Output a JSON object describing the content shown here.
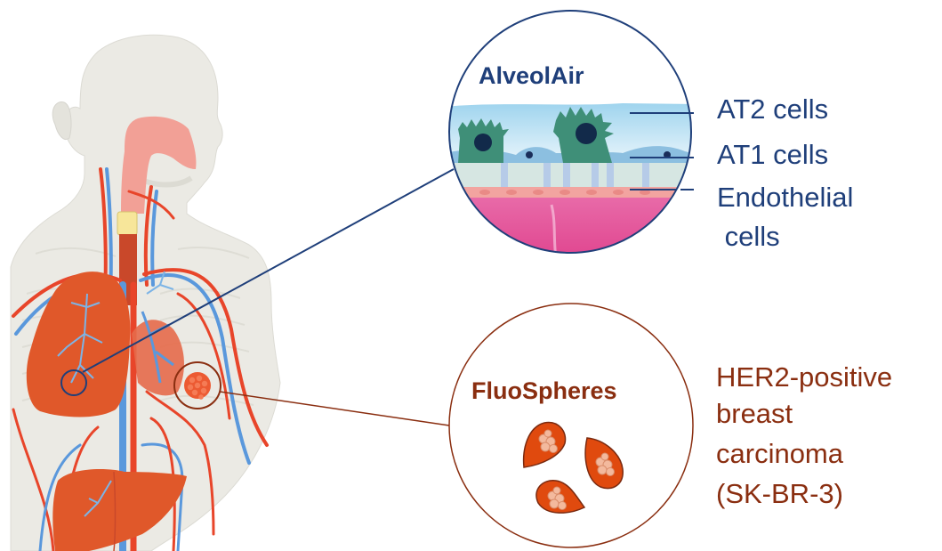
{
  "figure": {
    "type": "anatomical schematic",
    "colors": {
      "alveolair_accent": "#1f3f7a",
      "fluospheres_accent": "#8a2e10",
      "organ_orange": "#e0582a",
      "vessel_red": "#e8452a",
      "vessel_blue": "#5a98dc",
      "body_skin": "#ebeae4",
      "airway_pink": "#f2a096",
      "blood_magenta": "#e0458f",
      "fluid_blue": "#8fcbe8",
      "cell_green": "#3f8f78"
    }
  },
  "alveolair": {
    "title": "AlveolAir",
    "labels": [
      {
        "text": "AT2 cells"
      },
      {
        "text": "AT1 cells"
      },
      {
        "text": "Endothelial"
      },
      {
        "text": " cells"
      }
    ]
  },
  "fluospheres": {
    "title": "FluoSpheres",
    "labels": [
      {
        "text": "HER2-positive"
      },
      {
        "text": "breast"
      },
      {
        "text": "carcinoma"
      },
      {
        "text": "(SK-BR-3)"
      }
    ]
  }
}
